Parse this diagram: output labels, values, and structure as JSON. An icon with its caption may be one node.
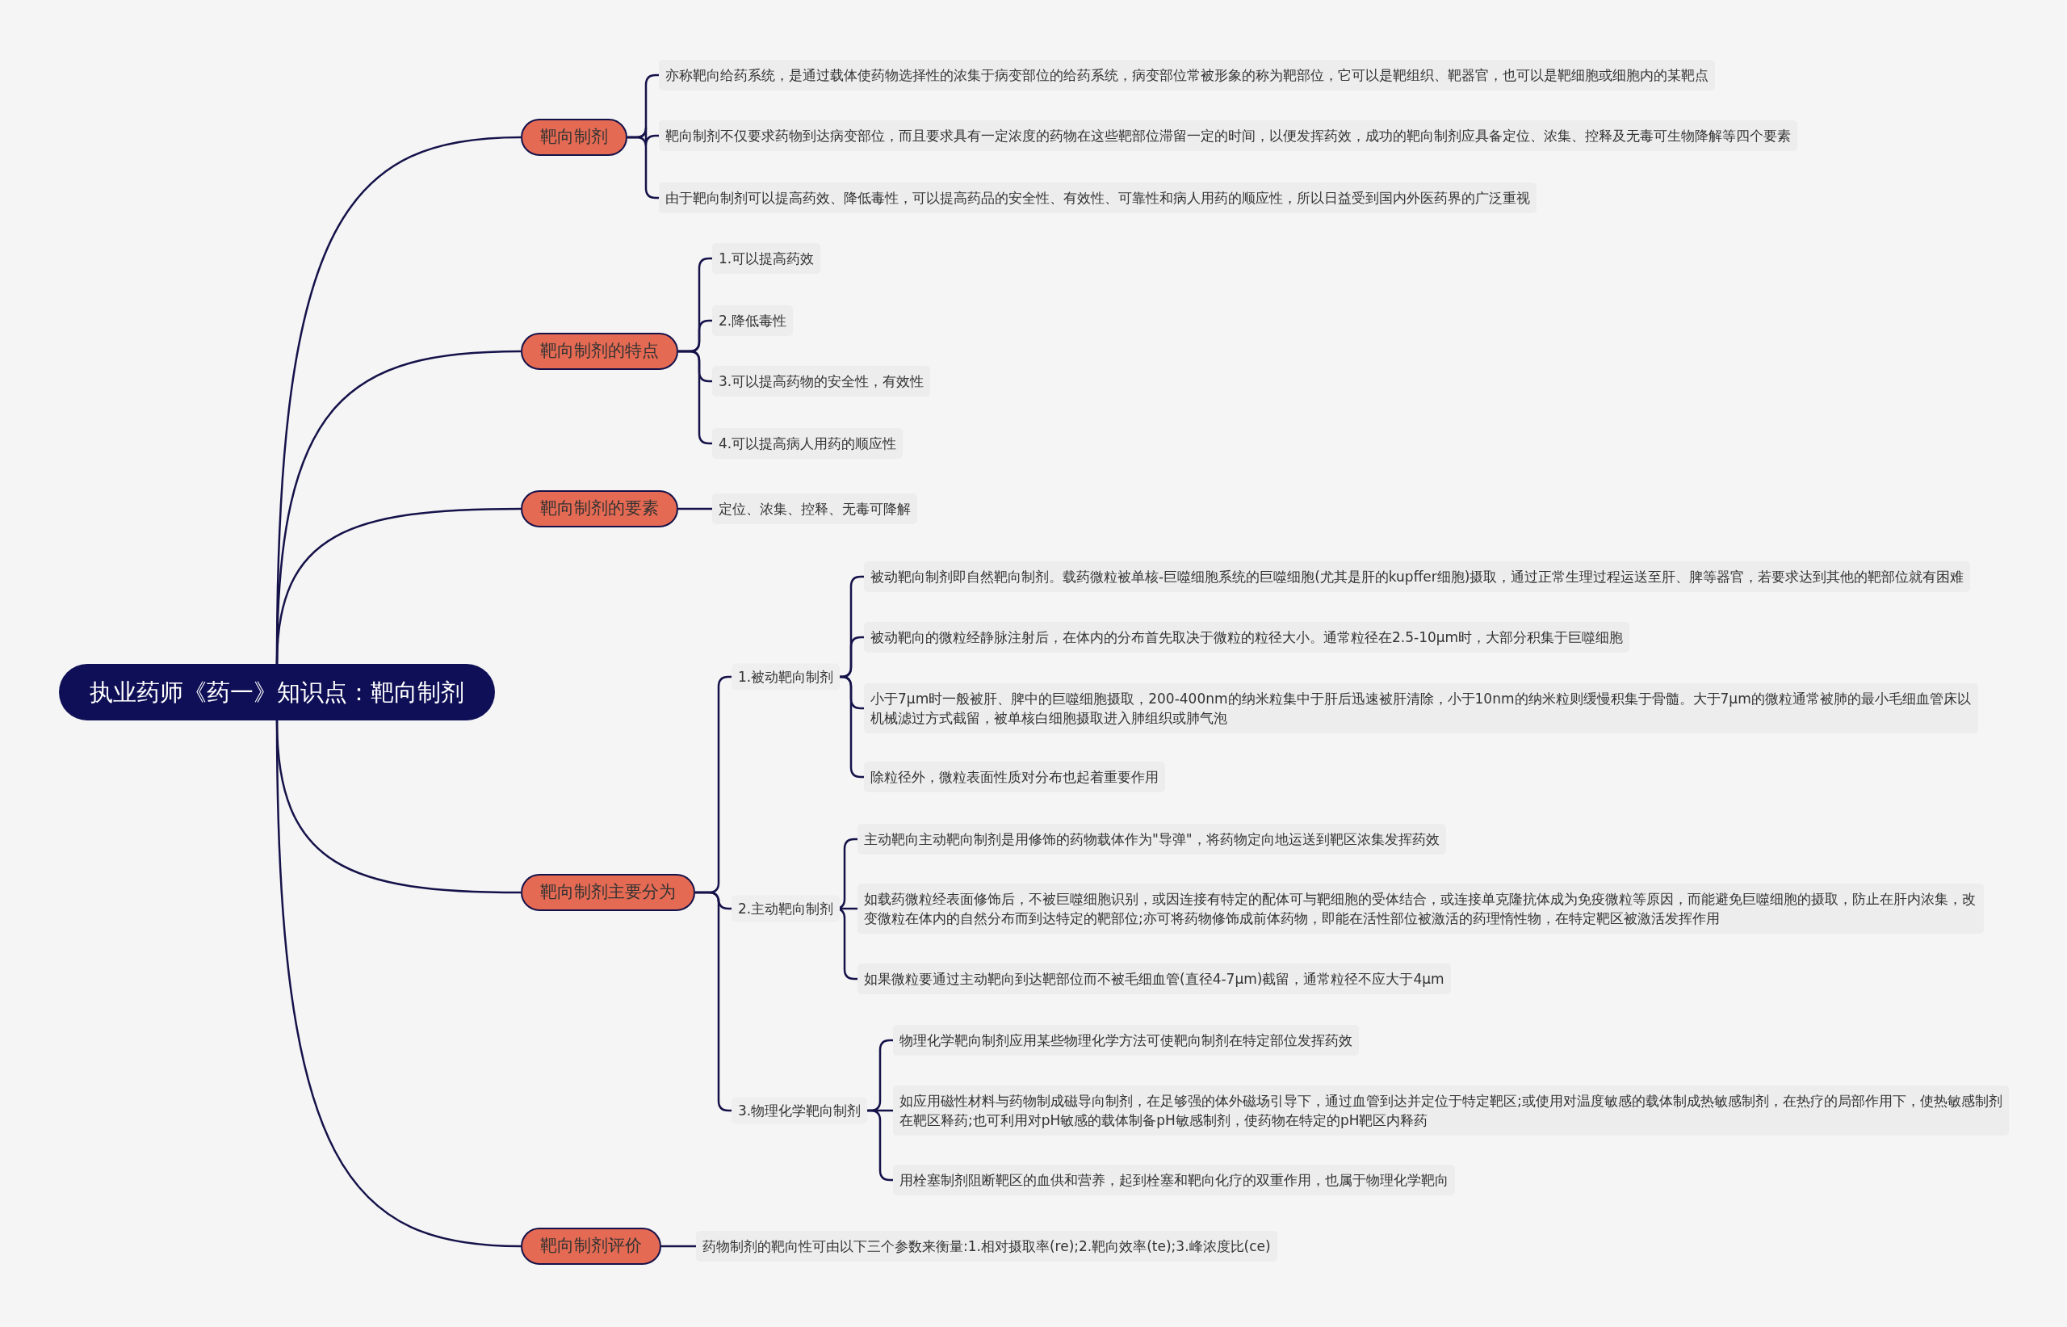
{
  "diagram": {
    "nodes": [
      {
        "text": [
          "执业药师《药一》知识点：靶向制剂"
        ]
      },
      {
        "text": [
          "靶向制剂"
        ]
      },
      {
        "text": [
          "亦称靶向给药系统，是通过载体使药物选择性的浓集于病变部位的给药系统，病变部位常被形象的称为靶部位，它可以是靶组织、靶器官，也可以是靶细胞或细胞内的某靶点"
        ]
      },
      {
        "text": [
          "靶向制剂不仅要求药物到达病变部位，而且要求具有一定浓度的药物在这些靶部位滞留一定的时间，以便发挥药效，成功的靶向制剂应具备定位、浓集、控释及无毒可生物降解等四个要素"
        ]
      },
      {
        "text": [
          "由于靶向制剂可以提高药效、降低毒性，可以提高药品的安全性、有效性、可靠性和病人用药的顺应性，所以日益受到国内外医药界的广泛重视"
        ]
      },
      {
        "text": [
          "靶向制剂的特点"
        ]
      },
      {
        "text": [
          "1.可以提高药效"
        ]
      },
      {
        "text": [
          "2.降低毒性"
        ]
      },
      {
        "text": [
          "3.可以提高药物的安全性，有效性"
        ]
      },
      {
        "text": [
          "4.可以提高病人用药的顺应性"
        ]
      },
      {
        "text": [
          "靶向制剂的要素"
        ]
      },
      {
        "text": [
          "定位、浓集、控释、无毒可降解"
        ]
      },
      {
        "text": [
          "靶向制剂主要分为"
        ]
      },
      {
        "text": [
          "1.被动靶向制剂"
        ]
      },
      {
        "text": [
          "被动靶向制剂即自然靶向制剂。载药微粒被单核-巨噬细胞系统的巨噬细胞(尤其是肝的kupffer细胞)摄取，通过正常生理过程运送至肝、脾等器官，若要求达到其他的靶部位就有困难"
        ]
      },
      {
        "text": [
          "被动靶向的微粒经静脉注射后，在体内的分布首先取决于微粒的粒径大小。通常粒径在2.5-10μm时，大部分积集于巨噬细胞"
        ]
      },
      {
        "text": [
          "小于7μm时一般被肝、脾中的巨噬细胞摄取，200-400nm的纳米粒集中于肝后迅速被肝清除，小于10nm的纳米粒则缓慢积集于骨髓。大于7μm的微粒通常被肺的最小毛细血管床以机械滤过方式截留，被单核白细胞摄取进入肺组织或肺气泡"
        ]
      },
      {
        "text": [
          "除粒径外，微粒表面性质对分布也起着重要作用"
        ]
      },
      {
        "text": [
          "2.主动靶向制剂"
        ]
      },
      {
        "text": [
          "主动靶向主动靶向制剂是用修饰的药物载体作为\"导弹\"，将药物定向地运送到靶区浓集发挥药效"
        ]
      },
      {
        "text": [
          "如载药微粒经表面修饰后，不被巨噬细胞识别，或因连接有特定的配体可与靶细胞的受体结合，或连接单克隆抗体成为免疫微粒等原因，而能避免巨噬细胞的摄取，防止在肝内浓集，改变微粒在体内的自然分布而到达特定的靶部位;亦可将药物修饰成前体药物，即能在活性部位被激活的药理惰性物，在特定靶区被激活发挥作用"
        ]
      },
      {
        "text": [
          "如果微粒要通过主动靶向到达靶部位而不被毛细血管(直径4-7μm)截留，通常粒径不应大于4μm"
        ]
      },
      {
        "text": [
          "3.物理化学靶向制剂"
        ]
      },
      {
        "text": [
          "物理化学靶向制剂应用某些物理化学方法可使靶向制剂在特定部位发挥药效"
        ]
      },
      {
        "text": [
          "如应用磁性材料与药物制成磁导向制剂，在足够强的体外磁场引导下，通过血管到达并定位于特定靶区;或使用对温度敏感的载体制成热敏感制剂，在热疗的局部作用下，使热敏感制剂在靶区释药;也可利用对pH敏感的载体制备pH敏感制剂，使药物在特定的pH靶区内释药"
        ]
      },
      {
        "text": [
          "用栓塞制剂阻断靶区的血供和营养，起到栓塞和靶向化疗的双重作用，也属于物理化学靶向"
        ]
      },
      {
        "text": [
          "靶向制剂评价"
        ]
      },
      {
        "text": [
          "药物制剂的靶向性可由以下三个参数来衡量:1.相对摄取率(re);2.靶向效率(te);3.峰浓度比(ce)"
        ]
      }
    ],
    "edges": [
      {
        "from": 0,
        "to": 1,
        "arrow": "none"
      },
      {
        "from": 1,
        "to": 2,
        "arrow": "none"
      },
      {
        "from": 1,
        "to": 3,
        "arrow": "none"
      },
      {
        "from": 1,
        "to": 4,
        "arrow": "none"
      },
      {
        "from": 0,
        "to": 5,
        "arrow": "none"
      },
      {
        "from": 5,
        "to": 6,
        "arrow": "none"
      },
      {
        "from": 5,
        "to": 7,
        "arrow": "none"
      },
      {
        "from": 5,
        "to": 8,
        "arrow": "none"
      },
      {
        "from": 5,
        "to": 9,
        "arrow": "none"
      },
      {
        "from": 0,
        "to": 10,
        "arrow": "none"
      },
      {
        "from": 10,
        "to": 11,
        "arrow": "none"
      },
      {
        "from": 0,
        "to": 12,
        "arrow": "none"
      },
      {
        "from": 12,
        "to": 13,
        "arrow": "none"
      },
      {
        "from": 13,
        "to": 14,
        "arrow": "none"
      },
      {
        "from": 13,
        "to": 15,
        "arrow": "none"
      },
      {
        "from": 13,
        "to": 16,
        "arrow": "none"
      },
      {
        "from": 13,
        "to": 17,
        "arrow": "none"
      },
      {
        "from": 12,
        "to": 18,
        "arrow": "none"
      },
      {
        "from": 18,
        "to": 19,
        "arrow": "none"
      },
      {
        "from": 18,
        "to": 20,
        "arrow": "none"
      },
      {
        "from": 18,
        "to": 21,
        "arrow": "none"
      },
      {
        "from": 12,
        "to": 22,
        "arrow": "none"
      },
      {
        "from": 22,
        "to": 23,
        "arrow": "none"
      },
      {
        "from": 22,
        "to": 24,
        "arrow": "none"
      },
      {
        "from": 22,
        "to": 25,
        "arrow": "none"
      },
      {
        "from": 0,
        "to": 26,
        "arrow": "none"
      },
      {
        "from": 26,
        "to": 27,
        "arrow": "none"
      }
    ]
  }
}
